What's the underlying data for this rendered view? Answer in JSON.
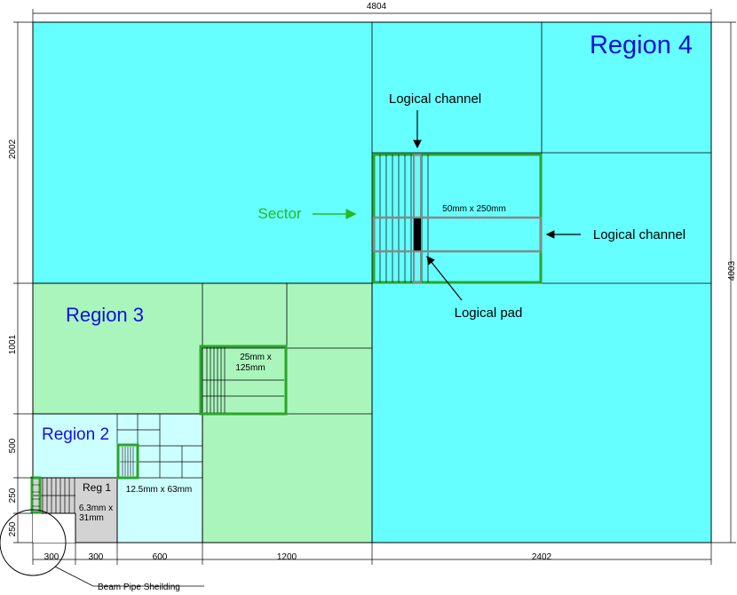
{
  "dimensions": {
    "total_width": "4804",
    "total_height": "4003",
    "region4_height": "2002",
    "region3_height": "1001",
    "region2_height": "500",
    "region1_height": "250",
    "beampipe_height": "250",
    "w_300a": "300",
    "w_300b": "300",
    "w_600": "600",
    "w_1200": "1200",
    "w_2402": "2402"
  },
  "regions": {
    "r4": "Region 4",
    "r3": "Region 3",
    "r2": "Region 2",
    "r1": "Reg 1"
  },
  "pads": {
    "r4": "50mm x 250mm",
    "r3_line1": "25mm x",
    "r3_line2": "125mm",
    "r2": "12.5mm x 63mm",
    "r1_line1": "6.3mm x",
    "r1_line2": "31mm"
  },
  "annotations": {
    "sector": "Sector",
    "logical_channel_top": "Logical channel",
    "logical_channel_right": "Logical channel",
    "logical_pad": "Logical pad",
    "beam_pipe": "Beam Pipe Sheilding"
  },
  "colors": {
    "region4": "#66ffff",
    "region3": "#aaf5bb",
    "region2": "#ccffff",
    "region1": "#d3d3d3",
    "sector_outline": "#2aa52a",
    "region_text": "#1010e0",
    "sector_text": "#22bb22"
  }
}
